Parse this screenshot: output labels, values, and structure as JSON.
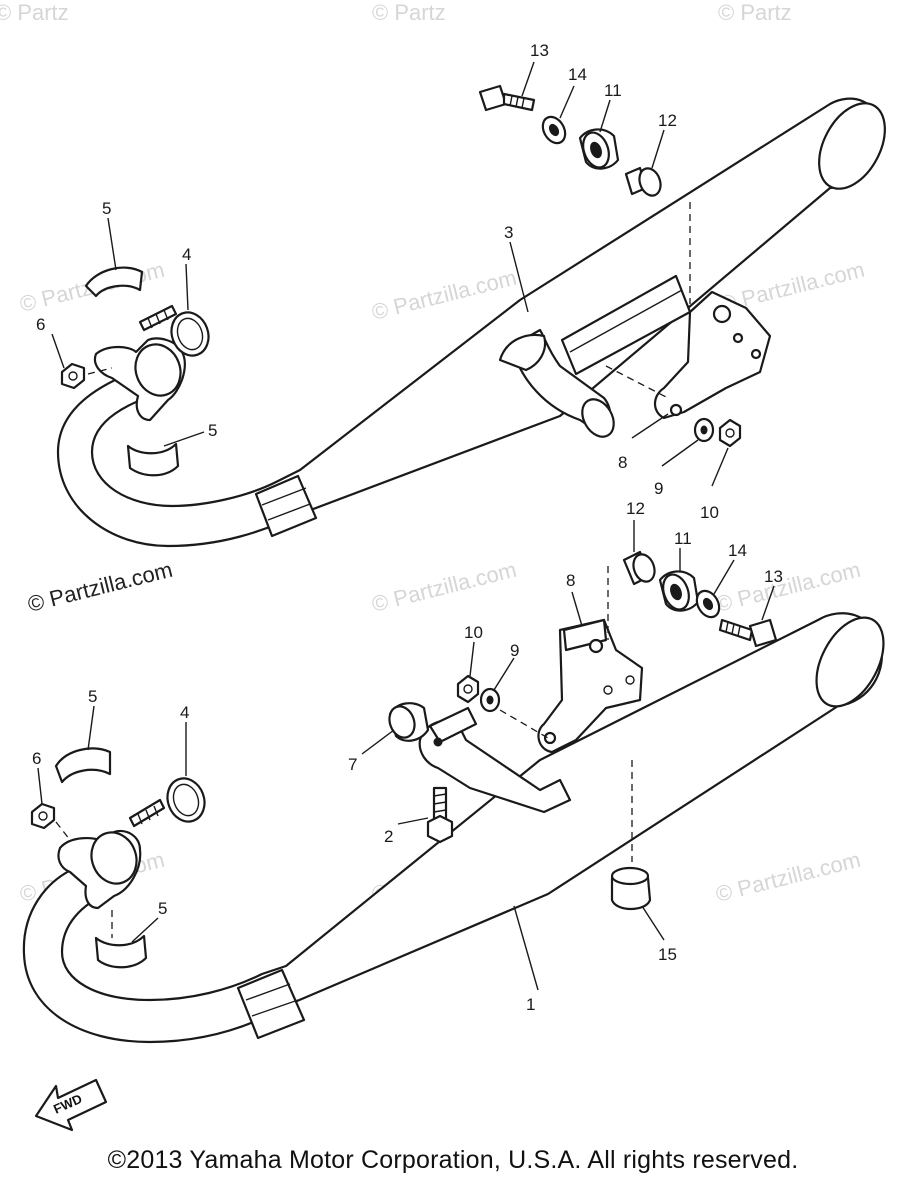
{
  "watermarks": {
    "brand": "© Partzilla.com",
    "brand_short": "© Partz"
  },
  "fwd_label": "FWD",
  "copyright": "©2013 Yamaha Motor Corporation, U.S.A. All rights reserved.",
  "callouts": {
    "c1": "1",
    "c2": "2",
    "c3": "3",
    "c4a": "4",
    "c4b": "4",
    "c5a": "5",
    "c5b": "5",
    "c5c": "5",
    "c5d": "5",
    "c6a": "6",
    "c6b": "6",
    "c7": "7",
    "c8a": "8",
    "c8b": "8",
    "c9a": "9",
    "c9b": "9",
    "c10a": "10",
    "c10b": "10",
    "c11a": "11",
    "c11b": "11",
    "c12a": "12",
    "c12b": "12",
    "c13a": "13",
    "c13b": "13",
    "c14a": "14",
    "c14b": "14",
    "c15": "15"
  }
}
